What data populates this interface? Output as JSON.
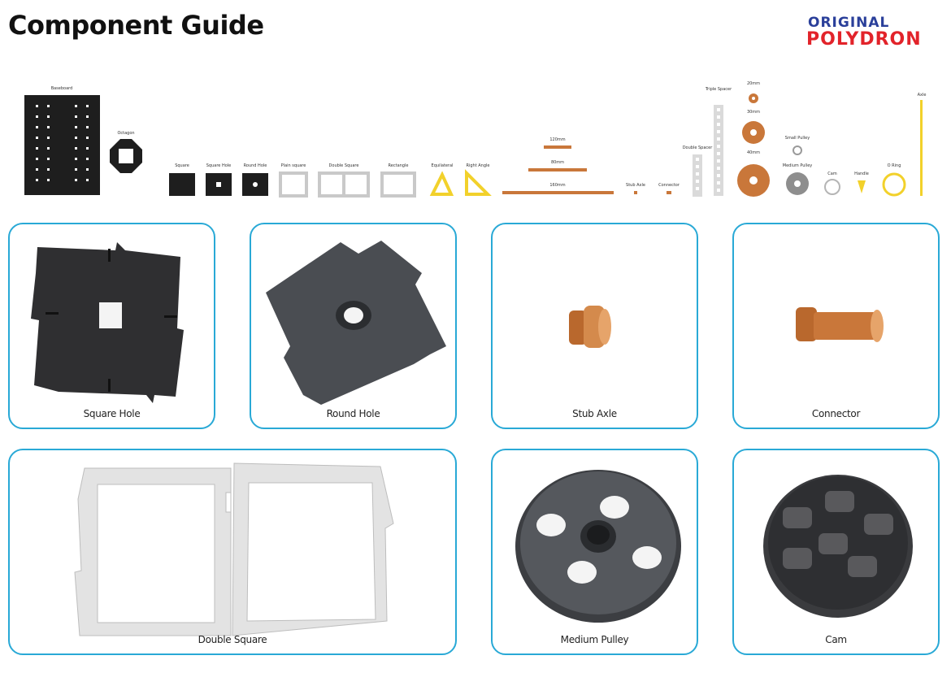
{
  "header": {
    "title": "Component Guide",
    "logo_line1": "ORIGINAL",
    "logo_line2": "POLYDRON"
  },
  "colors": {
    "card_border": "#29a9d6",
    "piece_dark": "#1e1e1e",
    "piece_grey": "#4a4d52",
    "piece_light": "#e8e8e8",
    "piece_orange": "#c9773a",
    "piece_yellow": "#f2d12b",
    "logo_blue": "#2a3f9a",
    "logo_red": "#e2232a"
  },
  "strip": {
    "labels": [
      "Baseboard",
      "Octagon",
      "Square",
      "Square Hole",
      "Round Hole",
      "Plain square",
      "Double Square",
      "Rectangle",
      "Equilateral",
      "Right Angle",
      "120mm",
      "80mm",
      "160mm",
      "Stub Axle",
      "Connector",
      "Double Spacer",
      "Triple Spacer",
      "20mm",
      "30mm",
      "40mm",
      "Small Pulley",
      "Medium Pulley",
      "Cam",
      "Handle",
      "O Ring",
      "Axle"
    ]
  },
  "cards": [
    {
      "caption": "Square Hole"
    },
    {
      "caption": "Round Hole"
    },
    {
      "caption": "Stub Axle"
    },
    {
      "caption": "Connector"
    },
    {
      "caption": "Double Square"
    },
    {
      "caption": "Medium Pulley"
    },
    {
      "caption": "Cam"
    }
  ]
}
